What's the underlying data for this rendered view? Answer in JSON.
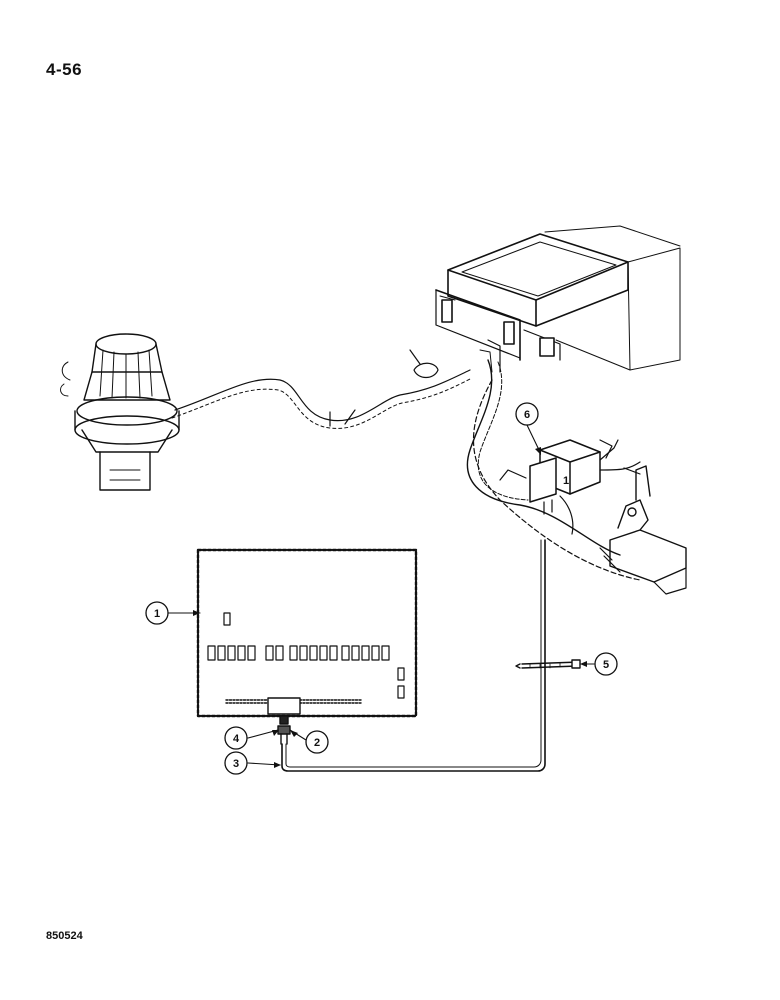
{
  "page": {
    "number": "4-56",
    "figure_code": "850524"
  },
  "callouts": [
    {
      "id": "c1",
      "label": "1"
    },
    {
      "id": "c2",
      "label": "2"
    },
    {
      "id": "c3",
      "label": "3"
    },
    {
      "id": "c4",
      "label": "4"
    },
    {
      "id": "c5",
      "label": "5"
    },
    {
      "id": "c6",
      "label": "6"
    }
  ],
  "relay_marking": "1"
}
